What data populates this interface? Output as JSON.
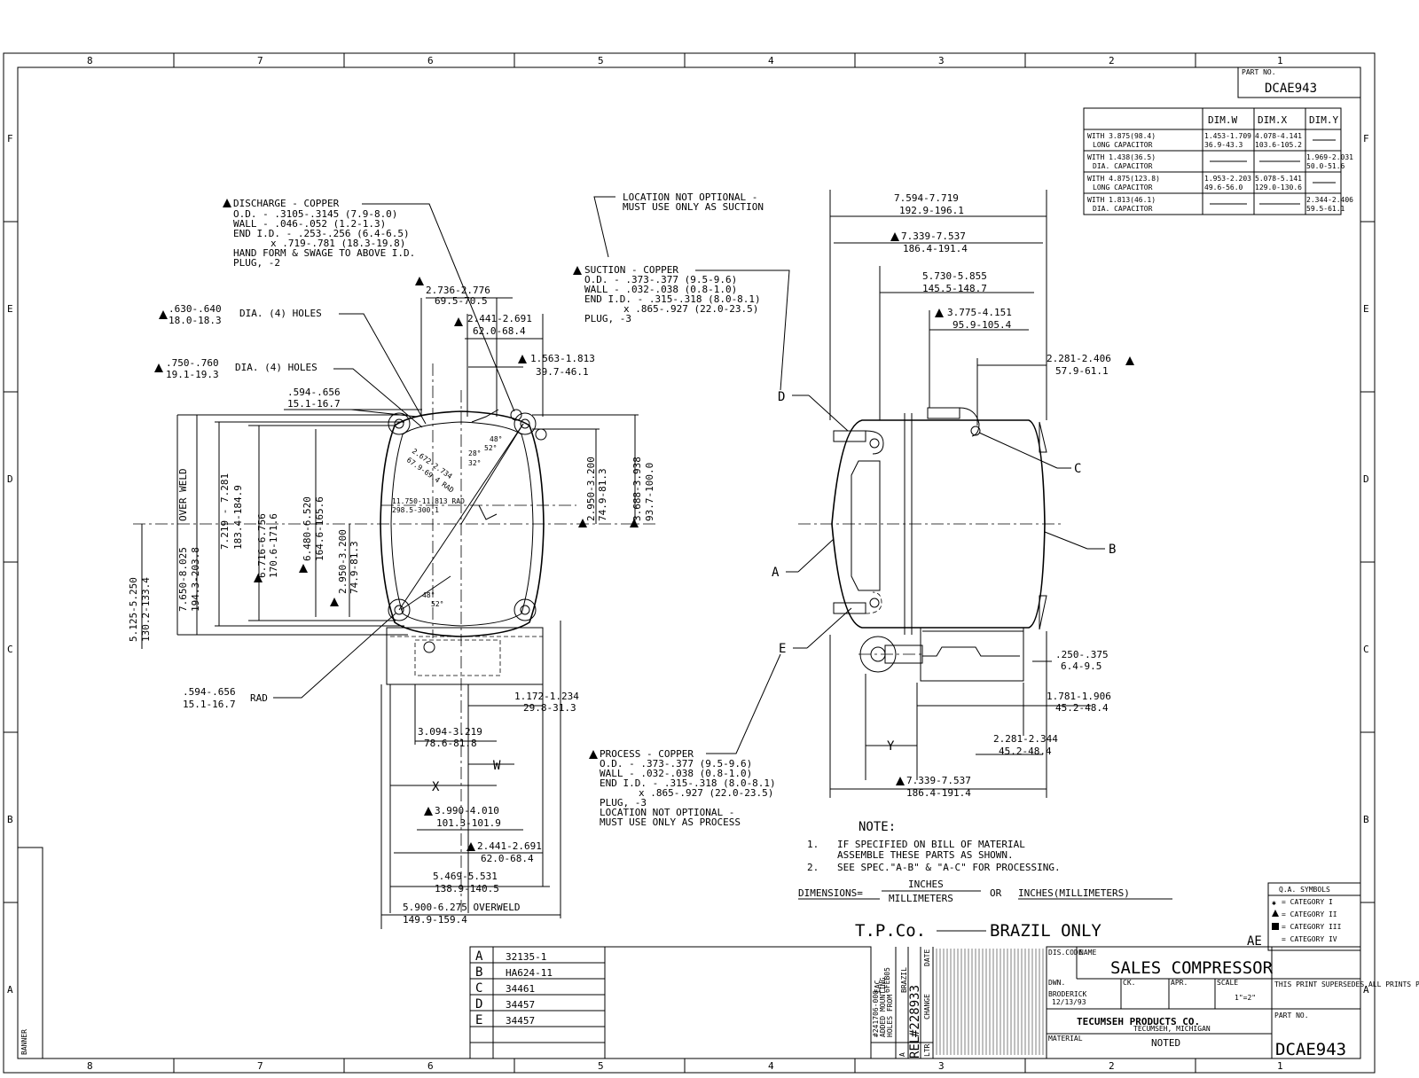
{
  "border": {
    "columns": [
      "8",
      "7",
      "6",
      "5",
      "4",
      "3",
      "2",
      "1"
    ],
    "rows": [
      "F",
      "E",
      "D",
      "C",
      "B",
      "A"
    ],
    "banner": "BANNER"
  },
  "part_header": {
    "label": "PART NO.",
    "value": "DCAE943"
  },
  "dim_table": {
    "headers": [
      "DIM.W",
      "DIM.X",
      "DIM.Y"
    ],
    "rows": [
      {
        "l1": "WITH 3.875(98.4)",
        "l2": "LONG CAPACITOR",
        "w1": "1.453-1.709",
        "w2": "36.9-43.3",
        "x1": "4.078-4.141",
        "x2": "103.6-105.2",
        "y1": "",
        "y2": ""
      },
      {
        "l1": "WITH 1.438(36.5)",
        "l2": "DIA. CAPACITOR",
        "w1": "",
        "w2": "",
        "x1": "",
        "x2": "",
        "y1": "1.969-2.031",
        "y2": "50.0-51.6"
      },
      {
        "l1": "WITH 4.875(123.8)",
        "l2": "LONG CAPACITOR",
        "w1": "1.953-2.203",
        "w2": "49.6-56.0",
        "x1": "5.078-5.141",
        "x2": "129.0-130.6",
        "y1": "",
        "y2": ""
      },
      {
        "l1": "WITH 1.813(46.1)",
        "l2": "DIA. CAPACITOR",
        "w1": "",
        "w2": "",
        "x1": "",
        "x2": "",
        "y1": "2.344-2.406",
        "y2": "59.5-61.1"
      }
    ]
  },
  "callouts": {
    "discharge": [
      "DISCHARGE - COPPER",
      "O.D. - .3105-.3145 (7.9-8.0)",
      "WALL - .046-.052 (1.2-1.3)",
      "END I.D. - .253-.256 (6.4-6.5)",
      "x .719-.781 (18.3-19.8)",
      "HAND FORM & SWAGE TO ABOVE I.D.",
      "PLUG, -2"
    ],
    "suction_note": [
      "LOCATION NOT OPTIONAL -",
      "MUST USE ONLY AS SUCTION"
    ],
    "suction": [
      "SUCTION - COPPER",
      "O.D. - .373-.377 (9.5-9.6)",
      "WALL - .032-.038 (0.8-1.0)",
      "END I.D. - .315-.318 (8.0-8.1)",
      "x .865-.927 (22.0-23.5)",
      "PLUG, -3"
    ],
    "process": [
      "PROCESS - COPPER",
      "O.D. - .373-.377 (9.5-9.6)",
      "WALL - .032-.038 (0.8-1.0)",
      "END I.D. - .315-.318 (8.0-8.1)",
      "x .865-.927 (22.0-23.5)",
      "PLUG, -3",
      "LOCATION NOT OPTIONAL -",
      "MUST USE ONLY AS PROCESS"
    ],
    "holes1": {
      "a": ".630-.640",
      "b": "18.0-18.3",
      "c": "DIA. (4) HOLES"
    },
    "holes2": {
      "a": ".750-.760",
      "b": "19.1-19.3",
      "c": "DIA. (4) HOLES"
    },
    "rad": {
      "a": ".594-.656",
      "b": "15.1-16.7",
      "c": "RAD"
    }
  },
  "left_dims": {
    "d1": [
      "2.736-2.776",
      "69.5-70.5"
    ],
    "d2": [
      "2.441-2.691",
      "62.0-68.4"
    ],
    "d3": [
      "1.563-1.813",
      "39.7-46.1"
    ],
    "d4": [
      ".594-.656",
      "15.1-16.7"
    ],
    "v1": [
      "7.650-8.025",
      "194.3-203.8"
    ],
    "v1b": "OVER WELD",
    "v2": [
      "7.219 - 7.281",
      "183.4-184.9"
    ],
    "v3": [
      "6.716-6.756",
      "170.6-171.6"
    ],
    "v4": [
      "6.480-6.520",
      "164.6-165.6"
    ],
    "v5": [
      "2.950-3.200",
      "74.9-81.3"
    ],
    "v6": [
      "5.125-5.250",
      "130.2-133.4"
    ],
    "v7": [
      "2.950-3.200",
      "74.9-81.3"
    ],
    "v8": [
      "3.688-3.938",
      "93.7-100.0"
    ],
    "rad_big": [
      "11.750-11.813 RAD",
      "298.5-300.1"
    ],
    "rad_diag": [
      "2.672-2.734",
      "67.9-69.4 RAD"
    ],
    "a1": "48°",
    "a2": "52°",
    "a3": "28°",
    "a4": "32°",
    "a5": "48°",
    "a6": "52°",
    "b1": [
      "1.172-1.234",
      "29.8-31.3"
    ],
    "b2": [
      "3.094-3.219",
      "78.6-81.8"
    ],
    "w": "W",
    "x": "X",
    "b3": [
      "3.990-4.010",
      "101.3-101.9"
    ],
    "b4": [
      "2.441-2.691",
      "62.0-68.4"
    ],
    "b5": [
      "5.469-5.531",
      "138.9-140.5"
    ],
    "b6": [
      "5.900-6.275 OVERWELD",
      "149.9-159.4"
    ]
  },
  "right_dims": {
    "r1": [
      "7.594-7.719",
      "192.9-196.1"
    ],
    "r2": [
      "7.339-7.537",
      "186.4-191.4"
    ],
    "r3": [
      "5.730-5.855",
      "145.5-148.7"
    ],
    "r4": [
      "3.775-4.151",
      "95.9-105.4"
    ],
    "r5": [
      "2.281-2.406",
      "57.9-61.1"
    ],
    "r6": [
      ".250-.375",
      "6.4-9.5"
    ],
    "r7": [
      "1.781-1.906",
      "45.2-48.4"
    ],
    "r8": [
      "2.281-2.344",
      "45.2-48.4"
    ],
    "r9": [
      "7.339-7.537",
      "186.4-191.4"
    ],
    "y": "Y",
    "labels": [
      "A",
      "B",
      "C",
      "D",
      "E"
    ]
  },
  "notes": {
    "title": "NOTE:",
    "n1": [
      "1.",
      "IF SPECIFIED ON BILL OF MATERIAL",
      "ASSEMBLE THESE PARTS AS SHOWN."
    ],
    "n2": [
      "2.",
      "SEE SPEC.\"A-B\" & \"A-C\" FOR PROCESSING."
    ],
    "dims_a": "DIMENSIONS=",
    "dims_num": "INCHES",
    "dims_den": "MILLIMETERS",
    "dims_or": "OR",
    "dims_b": "INCHES(MILLIMETERS)",
    "tpco": "T.P.Co.",
    "brazil": "BRAZIL ONLY",
    "ae": "AE"
  },
  "qa": {
    "title": "Q.A. SYMBOLS",
    "items": [
      "= CATEGORY I",
      "= CATEGORY II",
      "= CATEGORY III",
      "= CATEGORY IV"
    ]
  },
  "parts": [
    {
      "k": "A",
      "v": "32135-1"
    },
    {
      "k": "B",
      "v": "HA624-11"
    },
    {
      "k": "C",
      "v": "34461"
    },
    {
      "k": "D",
      "v": "34457"
    },
    {
      "k": "E",
      "v": "34457"
    }
  ],
  "revision": {
    "rel": "REL",
    "num": "#228933",
    "letter": "A",
    "desc": [
      "#241706-000",
      "ADDED MOUNTING",
      "HOLES FROM",
      "BRAZIL"
    ],
    "eac": "EAC",
    "date": "6FEB05",
    "ltr": "LTR",
    "change": "CHANGE",
    "dt": "DATE"
  },
  "title_block": {
    "dis_code": "DIS.CODE",
    "name_label": "NAME",
    "name": "SALES COMPRESSOR",
    "dwn_label": "DWN.",
    "dwn": "BRODERICK",
    "dwn_date": "12/13/93",
    "ck": "CK.",
    "apr": "APR.",
    "scale_label": "SCALE",
    "scale": "1\"=2\"",
    "supersede": "THIS PRINT SUPERSEDES ALL PRINTS PRIOR TO",
    "company": "TECUMSEH PRODUCTS CO.",
    "city": "TECUMSEH, MICHIGAN",
    "part_label": "PART NO.",
    "material_label": "MATERIAL",
    "material": "NOTED",
    "part": "DCAE943"
  }
}
